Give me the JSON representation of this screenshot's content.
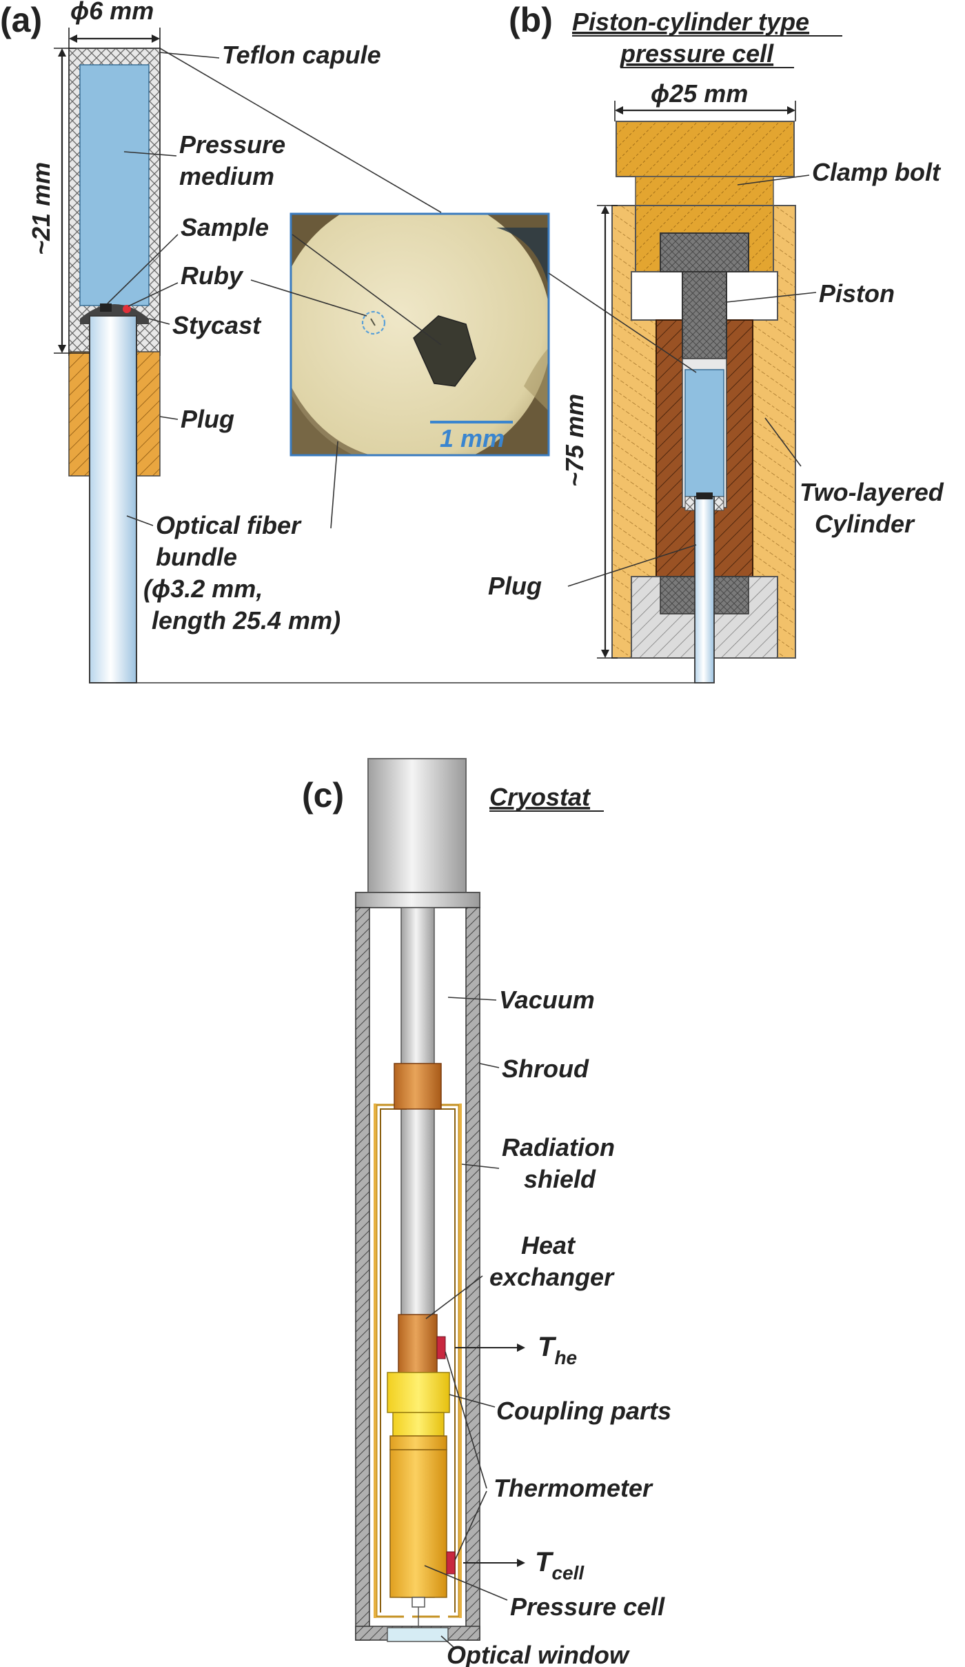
{
  "panels": {
    "a": "(a)",
    "b": "(b)",
    "c": "(c)"
  },
  "panel_a": {
    "diameter": "ϕ6 mm",
    "teflon": "Teflon capule",
    "pressure_medium_1": "Pressure",
    "pressure_medium_2": "medium",
    "height": "~21 mm",
    "sample": "Sample",
    "ruby": "Ruby",
    "stycast": "Stycast",
    "plug": "Plug",
    "fiber_1": "Optical fiber",
    "fiber_2": "bundle",
    "fiber_3": "(ϕ3.2 mm,",
    "fiber_4": "length 25.4 mm)",
    "scale_bar": "1 mm"
  },
  "panel_b": {
    "title_1": "Piston-cylinder type",
    "title_2": "pressure cell",
    "diameter": "ϕ25 mm",
    "clamp_bolt": "Clamp bolt",
    "piston": "Piston",
    "height": "~75 mm",
    "cylinder_1": "Two-layered",
    "cylinder_2": "Cylinder",
    "plug": "Plug"
  },
  "panel_c": {
    "title": "Cryostat",
    "vacuum": "Vacuum",
    "shroud": "Shroud",
    "radiation_1": "Radiation",
    "radiation_2": "shield",
    "heat_1": "Heat",
    "heat_2": "exchanger",
    "t_he_main": "T",
    "t_he_sub": "he",
    "coupling": "Coupling parts",
    "thermometer": "Thermometer",
    "t_cell_main": "T",
    "t_cell_sub": "cell",
    "pressure_cell": "Pressure cell",
    "optical_window": "Optical window"
  },
  "colors": {
    "medium_blue": "#8fbfe0",
    "orange_hatch": "#e9a640",
    "brown": "#9a5224",
    "piston_gray": "#777777",
    "yellow": "#f4d62f",
    "thermometer_red": "#c8283f"
  }
}
